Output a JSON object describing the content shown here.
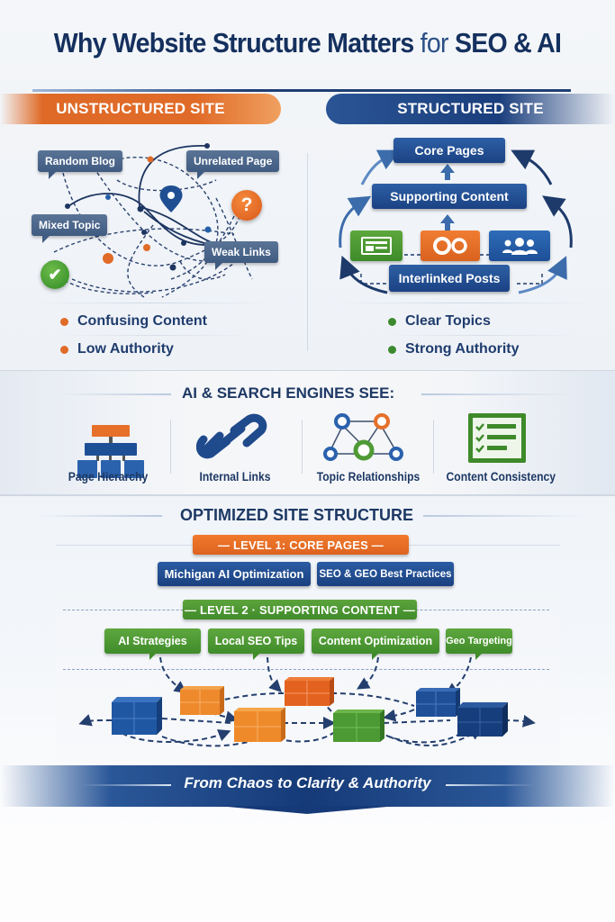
{
  "title": {
    "part1": "Why Website Structure Matters",
    "part2": "for",
    "part3": "SEO & AI"
  },
  "unstructured": {
    "header": "UNSTRUCTURED SITE",
    "tags": [
      "Random Blog",
      "Unrelated Page",
      "Mixed Topic",
      "Weak Links"
    ],
    "icons": [
      "map-pin-icon",
      "question-icon",
      "check-icon"
    ],
    "question_glyph": "?",
    "check_glyph": "✔",
    "bullets": [
      "Confusing Content",
      "Low Authority"
    ],
    "bullet_color": "#e06b28"
  },
  "structured": {
    "header": "STRUCTURED SITE",
    "core": "Core Pages",
    "supporting": "Supporting Content",
    "interlinked": "Interlinked Posts",
    "tiles": [
      {
        "icon": "article-icon",
        "color": "#4f9a35"
      },
      {
        "icon": "chat-bubbles-icon",
        "color": "#e6702a"
      },
      {
        "icon": "users-icon",
        "color": "#2560a8"
      }
    ],
    "bullets": [
      "Clear Topics",
      "Strong Authority"
    ],
    "bullet_color": "#3c8a2e"
  },
  "ai_section": {
    "title": "AI & SEARCH ENGINES SEE:",
    "features": [
      {
        "label": "Page Hierarchy",
        "icon": "sitemap-icon"
      },
      {
        "label": "Internal Links",
        "icon": "chain-link-icon"
      },
      {
        "label": "Topic Relationships",
        "icon": "network-icon"
      },
      {
        "label": "Content Consistency",
        "icon": "checklist-icon"
      }
    ]
  },
  "optimized": {
    "title": "OPTIMIZED SITE STRUCTURE",
    "level1": "— LEVEL 1: CORE PAGES —",
    "core_pages": [
      "Michigan AI Optimization",
      "SEO & GEO Best Practices"
    ],
    "level2": "— LEVEL 2 · SUPPORTING CONTENT —",
    "supporting": [
      "AI Strategies",
      "Local SEO Tips",
      "Content Optimization",
      "Geo Targeting"
    ],
    "colors": {
      "orange": "#e6702a",
      "green": "#4f9a35",
      "blue": "#1d4f97",
      "navy": "#14305e"
    }
  },
  "banner": {
    "text": "From Chaos to Clarity & Authority"
  }
}
